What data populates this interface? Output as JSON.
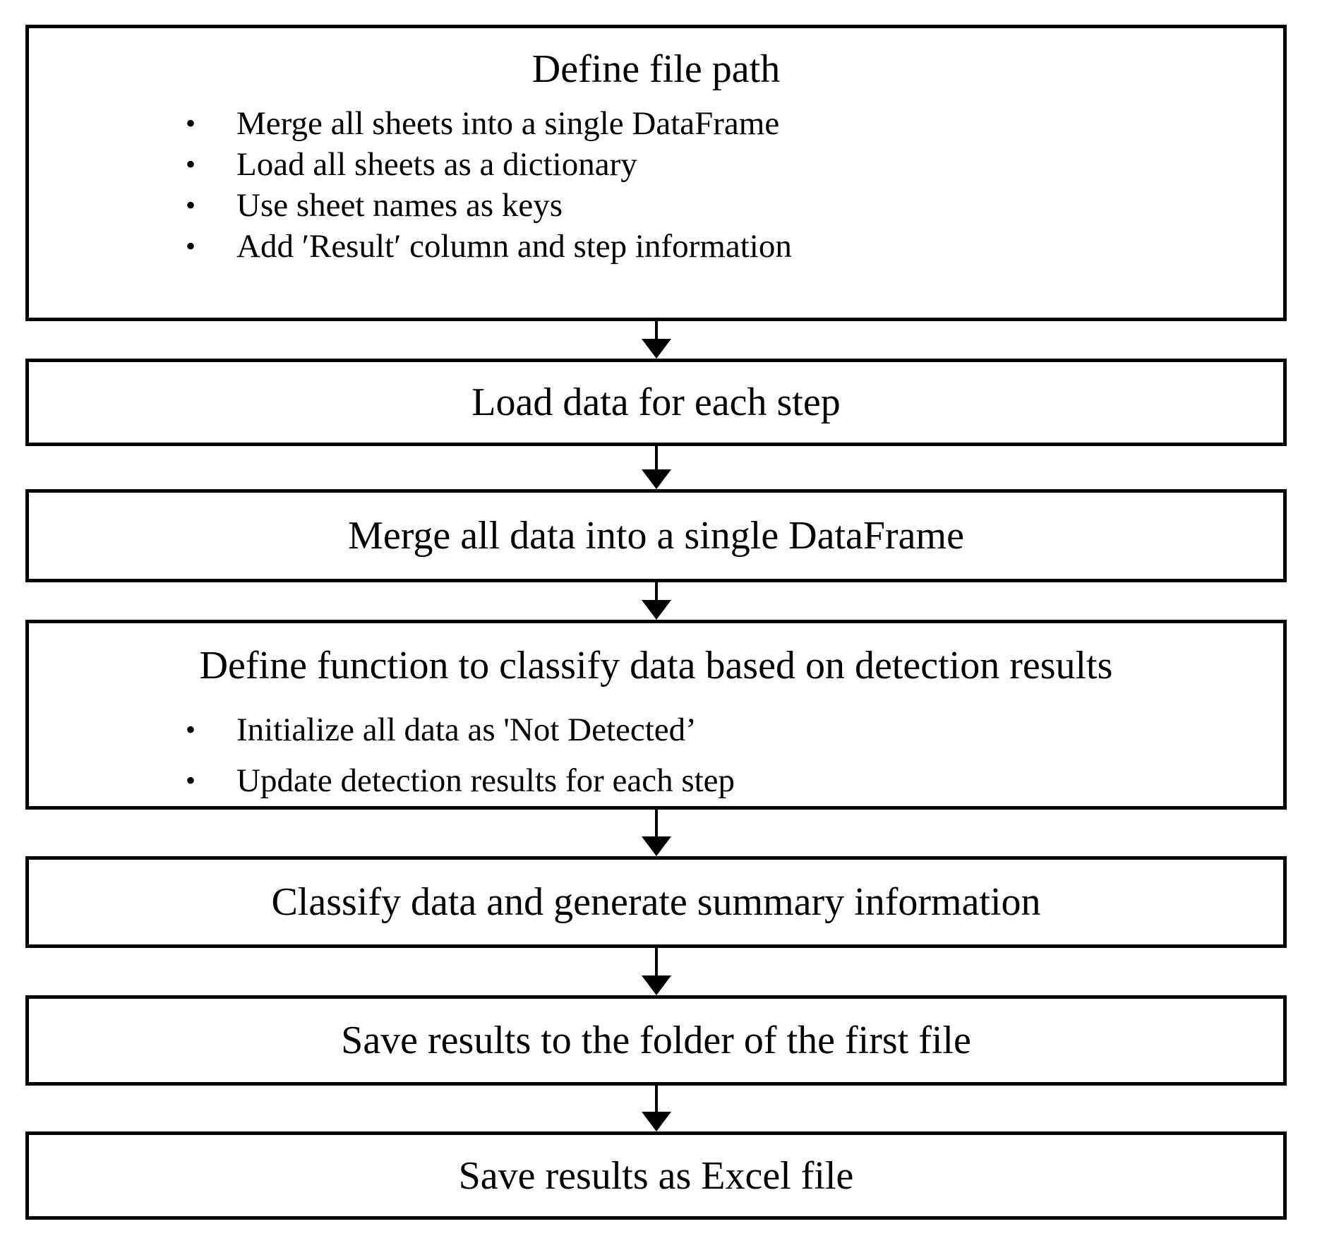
{
  "diagram": {
    "type": "flowchart",
    "background": "#ffffff",
    "border_color": "#000000",
    "text_color": "#000000",
    "steps": [
      {
        "title": "Define file path",
        "bullets": [
          "Merge all sheets into a single DataFrame",
          "Load all sheets as a dictionary",
          "Use sheet names as keys",
          "Add ′Result′ column and step information"
        ]
      },
      {
        "title": "Load data for each step",
        "bullets": []
      },
      {
        "title": "Merge all data into a single DataFrame",
        "bullets": []
      },
      {
        "title": "Define function to classify data based on detection results",
        "bullets": [
          "Initialize all data as 'Not Detected’",
          "Update detection results for each step"
        ]
      },
      {
        "title": "Classify data and generate summary information",
        "bullets": []
      },
      {
        "title": "Save results to the folder of the first file",
        "bullets": []
      },
      {
        "title": "Save results as Excel file",
        "bullets": []
      }
    ]
  }
}
